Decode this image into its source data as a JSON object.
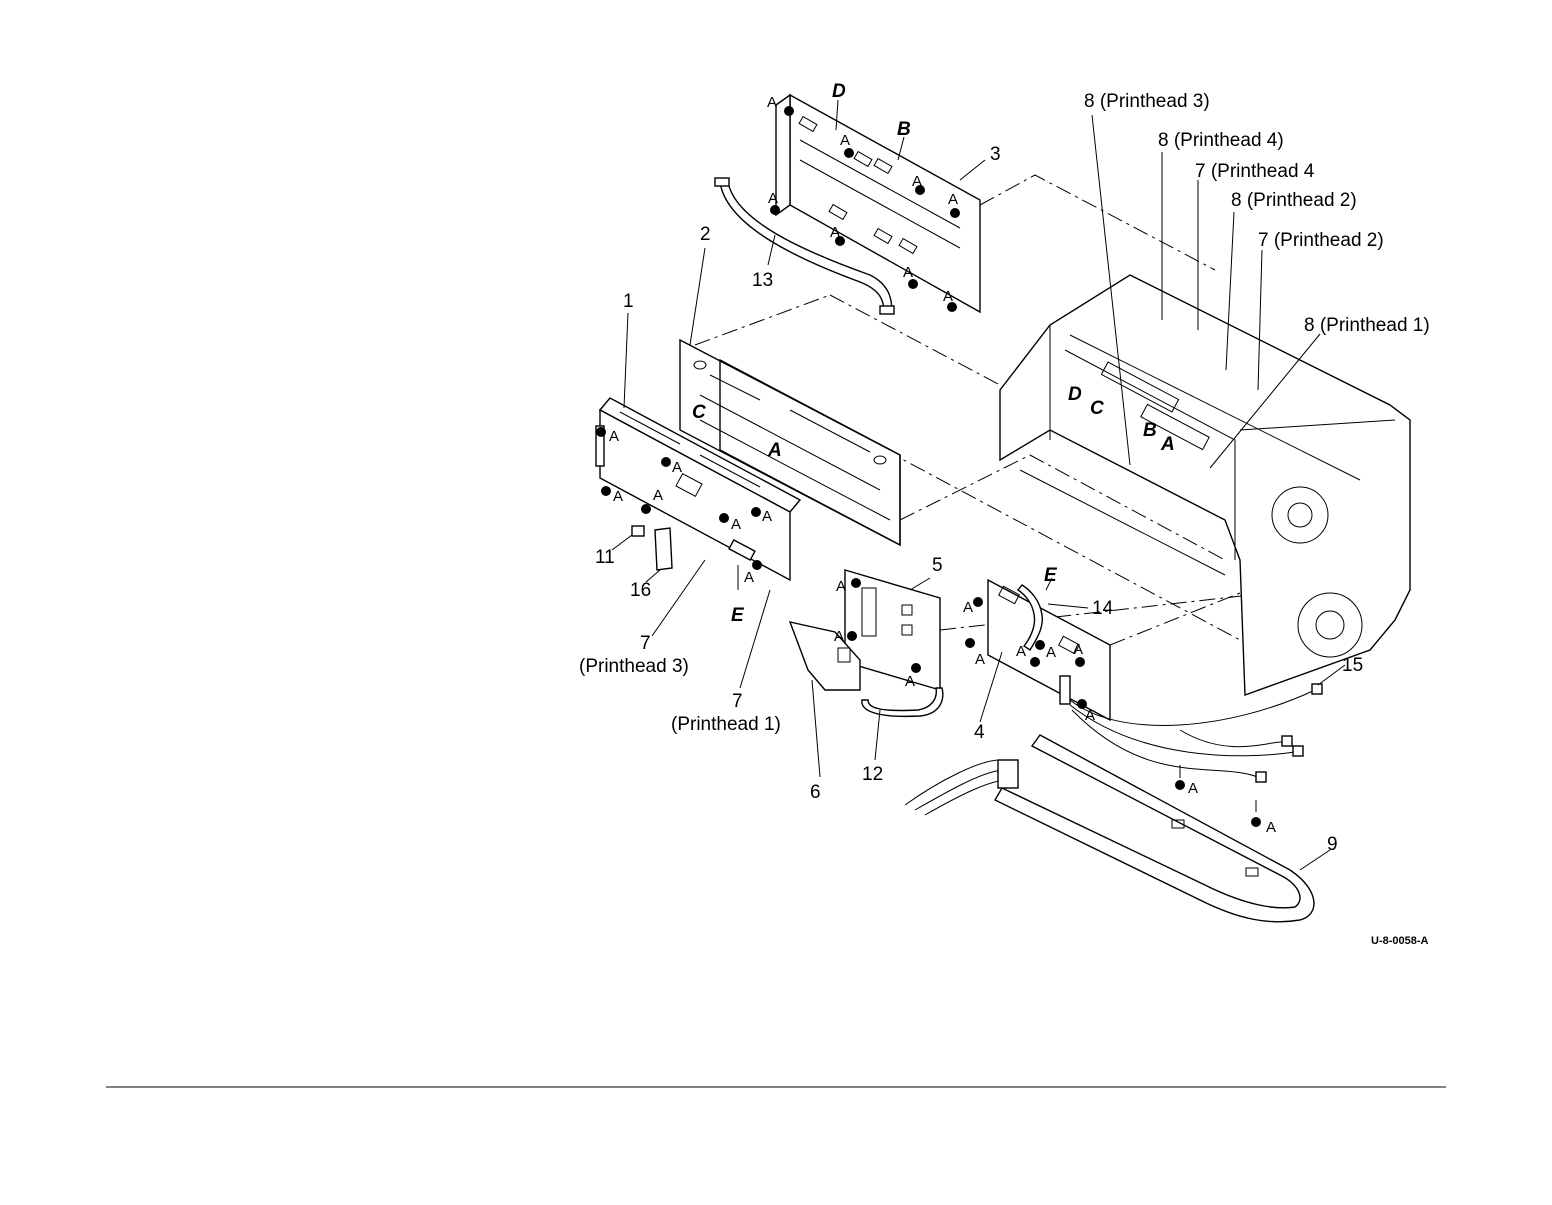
{
  "figure": {
    "code": "U-8-0058-A",
    "screw_letter": "A",
    "callouts": {
      "c1": "1",
      "c2": "2",
      "c3": "3",
      "c4": "4",
      "c5": "5",
      "c6": "6",
      "c7_ph3_num": "7",
      "c7_ph3_text": "(Printhead 3)",
      "c7_ph1_num": "7",
      "c7_ph1_text": "(Printhead 1)",
      "c7_ph4": "7 (Printhead 4",
      "c7_ph2": "7 (Printhead 2)",
      "c8_ph3": "8 (Printhead 3)",
      "c8_ph4": "8 (Printhead 4)",
      "c8_ph2": "8 (Printhead 2)",
      "c8_ph1": "8 (Printhead 1)",
      "c9": "9",
      "c11": "11",
      "c12": "12",
      "c13": "13",
      "c14": "14",
      "c15": "15",
      "c16": "16"
    },
    "connector_letters": {
      "a": "A",
      "b": "B",
      "c": "C",
      "d": "D",
      "e": "E"
    }
  }
}
